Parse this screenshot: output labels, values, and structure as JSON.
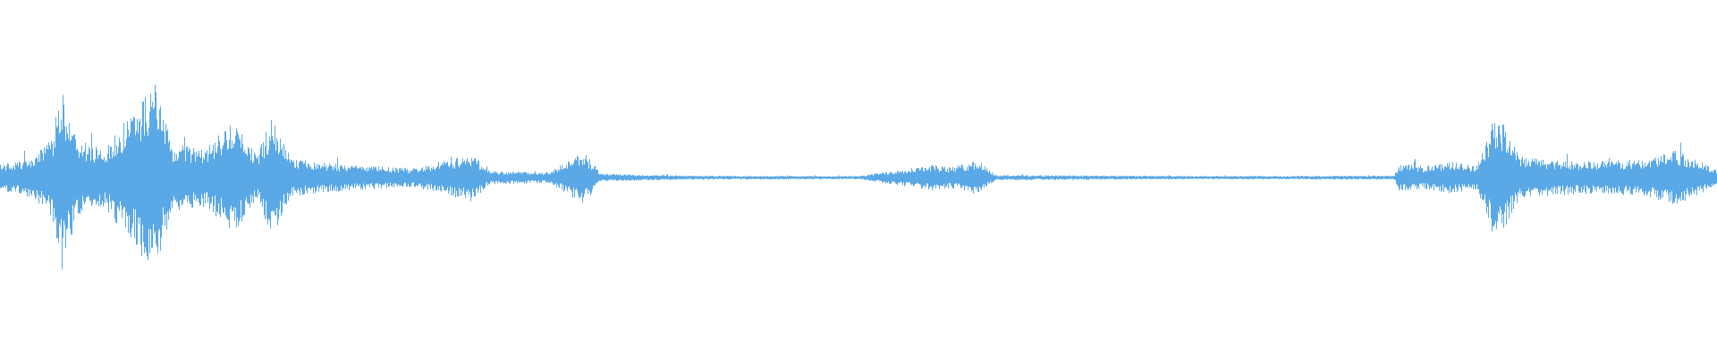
{
  "waveform": {
    "color": "#5aa8e6",
    "background": "#ffffff",
    "channels": 1,
    "amplitude_profile": [
      {
        "t": 0.0,
        "amp": 0.1
      },
      {
        "t": 0.01,
        "amp": 0.12
      },
      {
        "t": 0.02,
        "amp": 0.16
      },
      {
        "t": 0.03,
        "amp": 0.3
      },
      {
        "t": 0.036,
        "amp": 0.7
      },
      {
        "t": 0.045,
        "amp": 0.28
      },
      {
        "t": 0.06,
        "amp": 0.22
      },
      {
        "t": 0.08,
        "amp": 0.55
      },
      {
        "t": 0.09,
        "amp": 0.72
      },
      {
        "t": 0.1,
        "amp": 0.25
      },
      {
        "t": 0.12,
        "amp": 0.22
      },
      {
        "t": 0.135,
        "amp": 0.42
      },
      {
        "t": 0.15,
        "amp": 0.18
      },
      {
        "t": 0.158,
        "amp": 0.45
      },
      {
        "t": 0.17,
        "amp": 0.14
      },
      {
        "t": 0.2,
        "amp": 0.1
      },
      {
        "t": 0.24,
        "amp": 0.07
      },
      {
        "t": 0.275,
        "amp": 0.18
      },
      {
        "t": 0.285,
        "amp": 0.05
      },
      {
        "t": 0.32,
        "amp": 0.04
      },
      {
        "t": 0.34,
        "amp": 0.2
      },
      {
        "t": 0.35,
        "amp": 0.03
      },
      {
        "t": 0.4,
        "amp": 0.015
      },
      {
        "t": 0.5,
        "amp": 0.012
      },
      {
        "t": 0.543,
        "amp": 0.1
      },
      {
        "t": 0.553,
        "amp": 0.08
      },
      {
        "t": 0.57,
        "amp": 0.13
      },
      {
        "t": 0.58,
        "amp": 0.02
      },
      {
        "t": 0.7,
        "amp": 0.012
      },
      {
        "t": 0.812,
        "amp": 0.015
      },
      {
        "t": 0.815,
        "amp": 0.1
      },
      {
        "t": 0.83,
        "amp": 0.09
      },
      {
        "t": 0.845,
        "amp": 0.12
      },
      {
        "t": 0.86,
        "amp": 0.09
      },
      {
        "t": 0.872,
        "amp": 0.5
      },
      {
        "t": 0.885,
        "amp": 0.16
      },
      {
        "t": 0.92,
        "amp": 0.12
      },
      {
        "t": 0.96,
        "amp": 0.14
      },
      {
        "t": 0.975,
        "amp": 0.22
      },
      {
        "t": 1.0,
        "amp": 0.06
      }
    ]
  }
}
